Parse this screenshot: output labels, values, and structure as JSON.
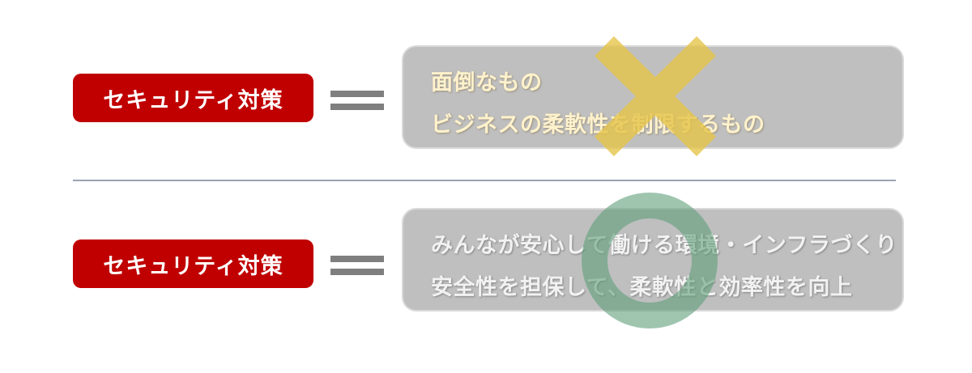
{
  "rows": [
    {
      "label": "セキュリティ対策",
      "lines": [
        "面倒なもの",
        "ビジネスの柔軟性を制限するもの"
      ],
      "mark": "cross-icon"
    },
    {
      "label": "セキュリティ対策",
      "lines": [
        "みんなが安心して働ける環境・インフラづくり",
        "安全性を担保して、柔軟性と効率性を向上"
      ],
      "mark": "circle-icon"
    }
  ],
  "colors": {
    "badge": "#c00000",
    "box": "#bfbfbf",
    "equals": "#7f7f7f",
    "cross": "#e6c54a",
    "circle": "#5f9e7a",
    "divider": "#9aa3b5"
  }
}
